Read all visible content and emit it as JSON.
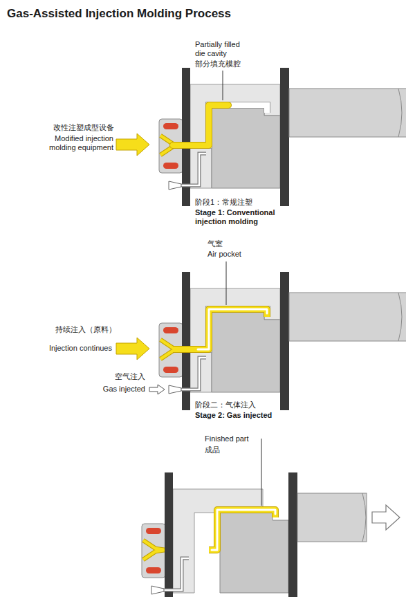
{
  "diagram": {
    "title": "Gas-Assisted Injection Molding Process",
    "labels": [
      "Partially filled die cavity",
      "部分填充模腔",
      "改性注塑成型设备",
      "Modified injection molding equipment",
      "阶段1：常规注塑",
      "Stage 1: Conventional injection molding",
      "气室",
      "Air pocket",
      "持续注入（原料）",
      "Injection continues",
      "空气注入",
      "Gas injected",
      "阶段二：气体注入",
      "Stage 2: Gas injected",
      "Finished part",
      "成品"
    ]
  }
}
